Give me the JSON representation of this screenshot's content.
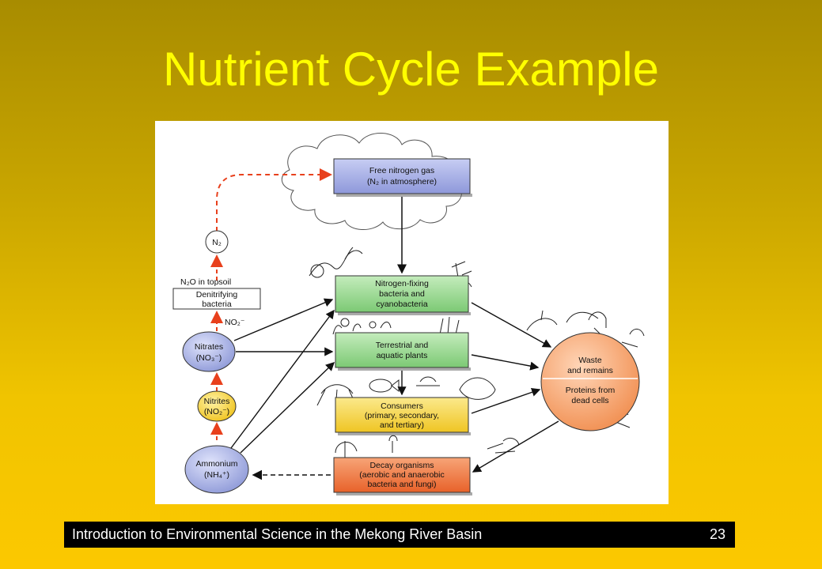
{
  "slide": {
    "title": "Nutrient Cycle Example"
  },
  "diagram": {
    "nodes": {
      "free_nitrogen": {
        "line1": "Free nitrogen gas",
        "line2": "(N₂ in atmosphere)"
      },
      "n2": {
        "label": "N₂"
      },
      "n2o": {
        "label": "N₂O in topsoil"
      },
      "denitrifying": {
        "line1": "Denitrifying",
        "line2": "bacteria"
      },
      "no2_minus": {
        "label": "NO₂⁻"
      },
      "nitrates": {
        "line1": "Nitrates",
        "line2": "(NO₃⁻)"
      },
      "nitrites": {
        "line1": "Nitrites",
        "line2": "(NO₂⁻)"
      },
      "ammonium": {
        "line1": "Ammonium",
        "line2": "(NH₄⁺)"
      },
      "nitrogen_fixing": {
        "line1": "Nitrogen-fixing",
        "line2": "bacteria and",
        "line3": "cyanobacteria"
      },
      "plants": {
        "line1": "Terrestrial and",
        "line2": "aquatic plants"
      },
      "consumers": {
        "line1": "Consumers",
        "line2": "(primary, secondary,",
        "line3": "and tertiary)"
      },
      "decay": {
        "line1": "Decay organisms",
        "line2": "(aerobic and anaerobic",
        "line3": "bacteria and fungi)"
      },
      "waste": {
        "line1": "Waste",
        "line2": "and remains",
        "line3": "Proteins from",
        "line4": "dead cells"
      }
    },
    "colors": {
      "blue_box": "#9aa4e0",
      "green_box": "#8fd48a",
      "yellow_box": "#f5d23a",
      "orange_box": "#f07a3a",
      "dashed_arrow": "#e8401c"
    }
  },
  "footer": {
    "text": "Introduction to Environmental Science in the Mekong River Basin",
    "page": "23"
  }
}
